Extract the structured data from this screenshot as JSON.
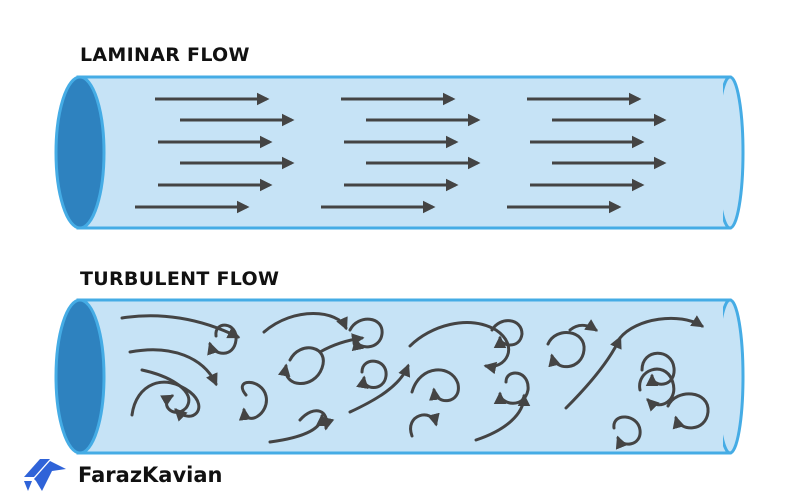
{
  "laminar": {
    "title": "LAMINAR FLOW"
  },
  "turbulent": {
    "title": "TURBULENT FLOW"
  },
  "brand": {
    "name": "FarazKavian",
    "logo_color": "#2f63d8"
  },
  "colors": {
    "pipe_fill": "#c6e3f6",
    "pipe_stroke": "#45ace5",
    "pipe_end": "#2e82bf",
    "arrow": "#444444"
  },
  "icons": [
    "laminar-arrow-icon",
    "turbulent-swirl-arrow-icon",
    "farazkavian-logo-icon"
  ]
}
